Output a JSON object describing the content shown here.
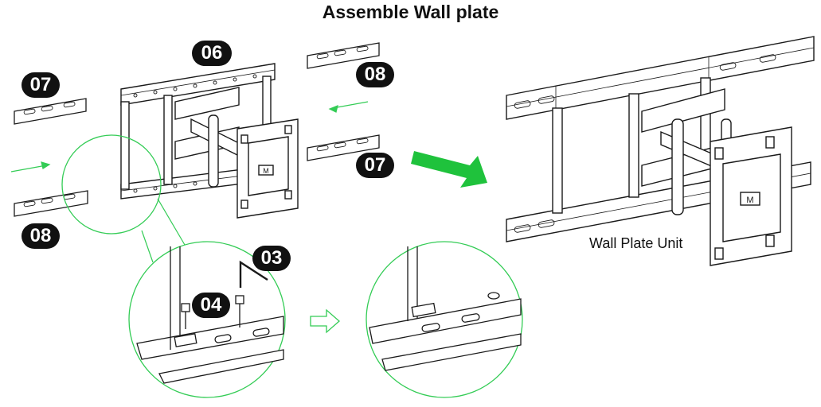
{
  "title": "Assemble Wall plate",
  "parts": {
    "part_06": "06",
    "part_07_left": "07",
    "part_08_left": "08",
    "part_08_right": "08",
    "part_07_right": "07",
    "part_03": "03",
    "part_04": "04"
  },
  "caption": "Wall Plate Unit",
  "colors": {
    "arrow_green": "#1fc23c",
    "callout_circle": "#33cc55",
    "line": "#1a1a1a"
  }
}
